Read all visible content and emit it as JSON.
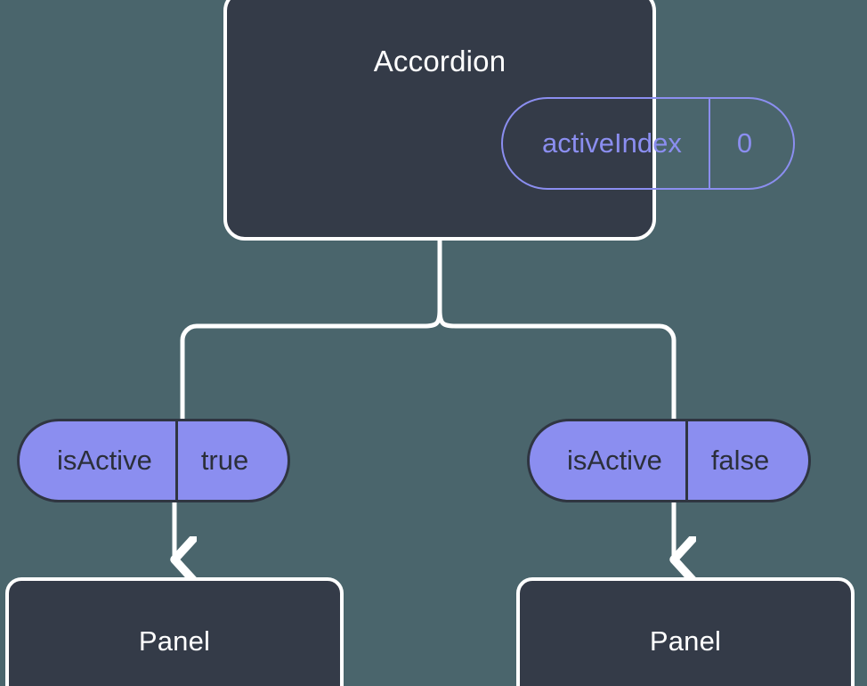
{
  "theme": {
    "background": "#4a656c",
    "card_fill": "#343b48",
    "card_border": "#ffffff",
    "accent_purple": "#8b8ef0",
    "pill_text_dark": "#2b2f3a",
    "wire": "#ffffff"
  },
  "diagram": {
    "type": "component-tree",
    "root": {
      "title": "Accordion",
      "state_pill": {
        "key": "activeIndex",
        "value": "0",
        "style": "outline"
      }
    },
    "branches": [
      {
        "prop_pill": {
          "key": "isActive",
          "value": "true",
          "style": "filled"
        },
        "child": {
          "title": "Panel"
        }
      },
      {
        "prop_pill": {
          "key": "isActive",
          "value": "false",
          "style": "filled"
        },
        "child": {
          "title": "Panel"
        }
      }
    ]
  }
}
